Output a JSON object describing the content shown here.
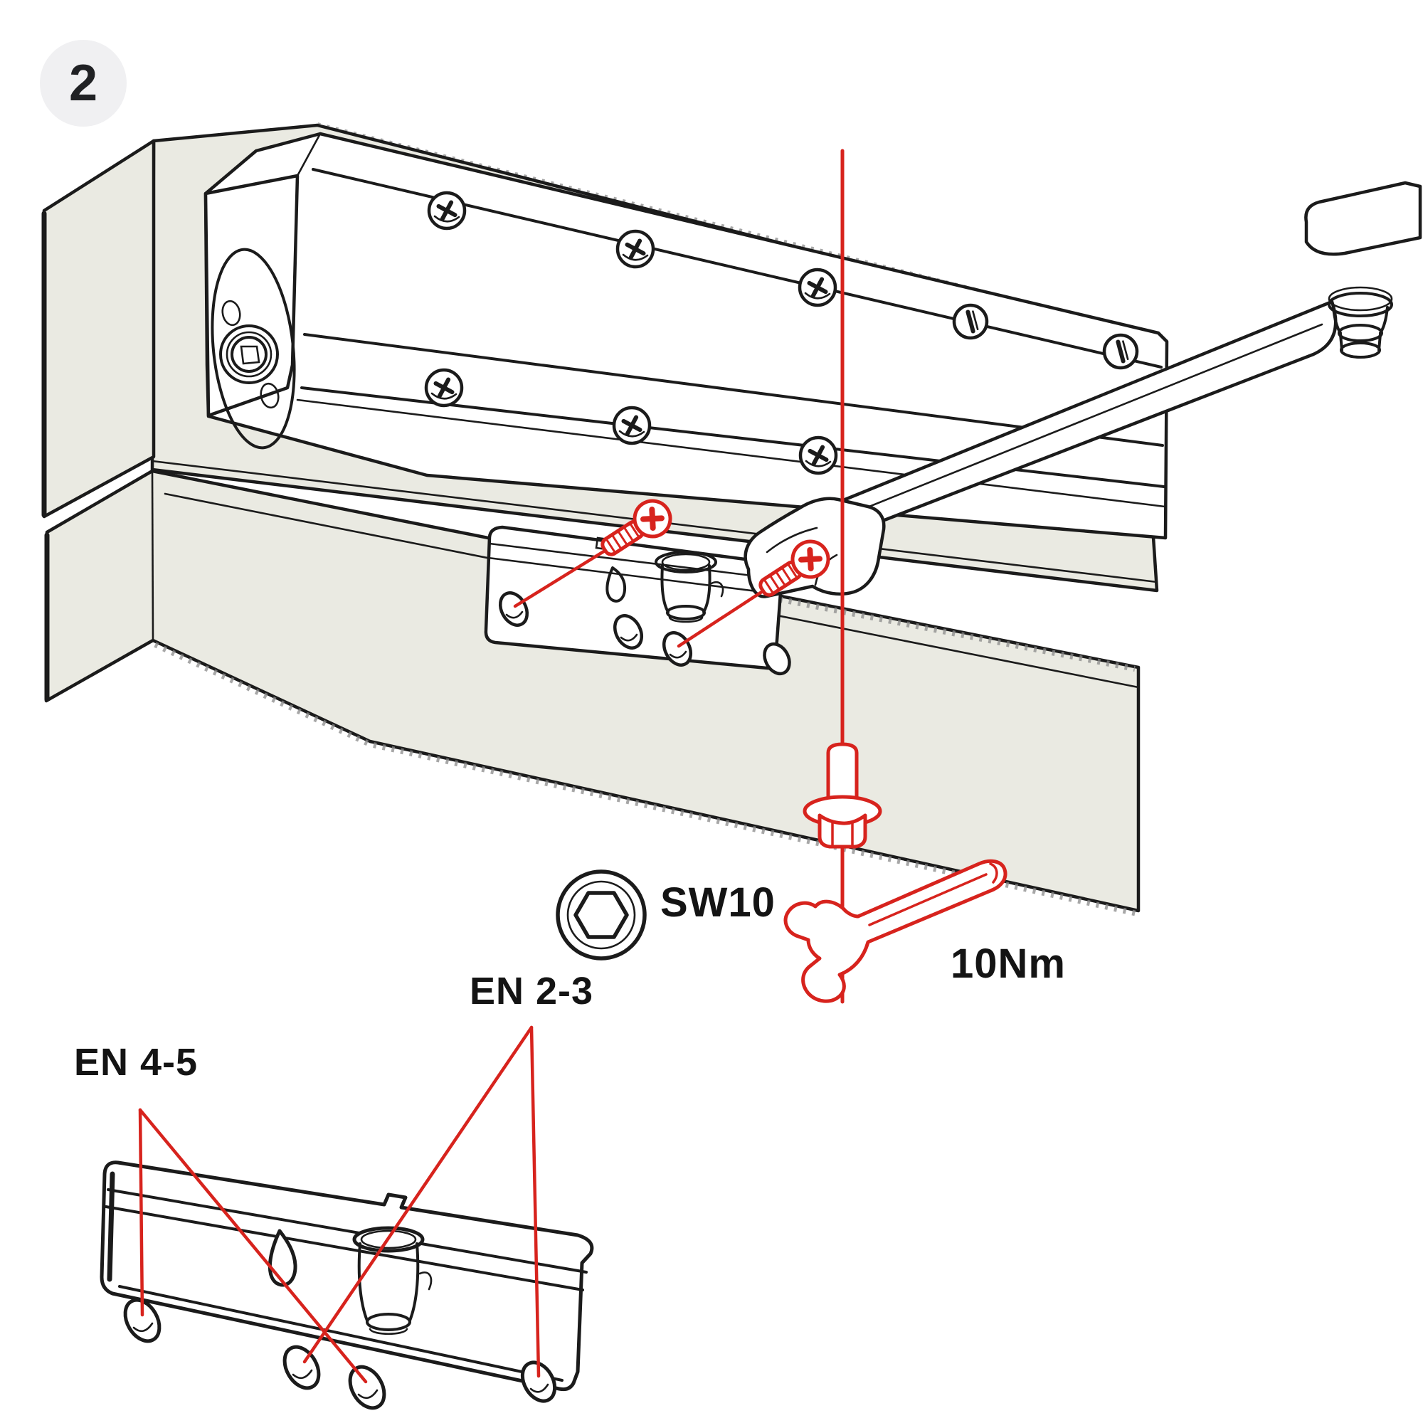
{
  "step_badge": {
    "number": "2"
  },
  "callouts": {
    "socket_size": "SW10",
    "torque": "10Nm",
    "mount_position_upper": "EN 2-3",
    "mount_position_lower": "EN 4-5"
  },
  "colors": {
    "accent": "#D7231D",
    "line": "#1B1B1B",
    "panel": "#EAEAE2",
    "badge_bg": "#F0F0F2",
    "text": "#141414"
  },
  "icons": {
    "hex_socket": "hex-socket-icon",
    "wrench": "open-end-wrench-icon",
    "phillips_screw": "phillips-screw-icon",
    "flange_bolt": "flange-bolt-icon",
    "center_line": "assembly-centerline"
  }
}
